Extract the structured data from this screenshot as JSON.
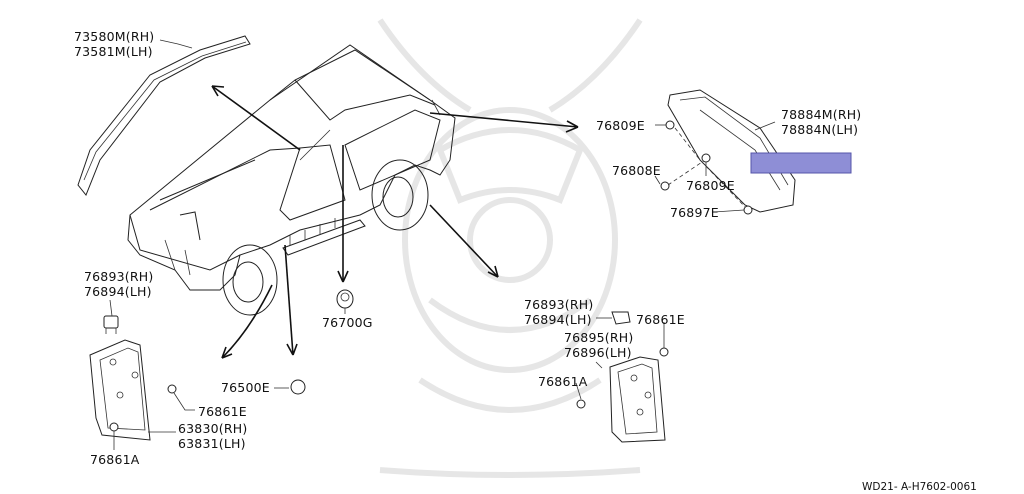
{
  "labels": {
    "p73580": "73580M(RH)",
    "p73581": "73581M(LH)",
    "p76893_left": "76893(RH)",
    "p76894_left": "76894(LH)",
    "p76700": "76700G",
    "p76500": "76500E",
    "p76861e_left": "76861E",
    "p63830": "63830(RH)",
    "p63831": "63831(LH)",
    "p76861a_left": "76861A",
    "p76809e_top": "76809E",
    "p78884m": "78884M(RH)",
    "p78884n": "78884N(LH)",
    "p76808e": "76808E",
    "p76809e_mid": "76809E",
    "p76897e": "76897E",
    "p76893_right": "76893(RH)",
    "p76894_right": "76894(LH)",
    "p76861e_right": "76861E",
    "p76895": "76895(RH)",
    "p76896": "76896(LH)",
    "p76861a_right": "76861A"
  },
  "diagram_code": "WD21- A-H7602-0061",
  "highlight_color": "#8e8ed6"
}
